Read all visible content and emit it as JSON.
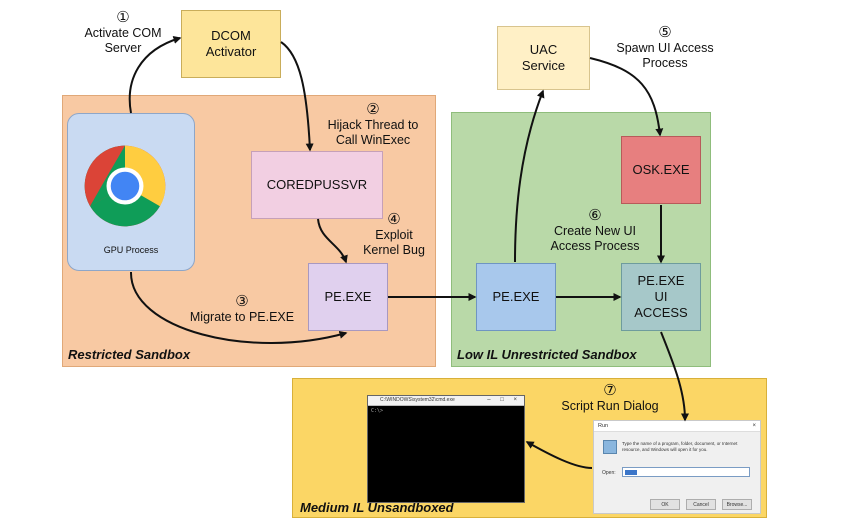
{
  "regions": {
    "restricted": {
      "label": "Restricted Sandbox",
      "color": "#f8c9a3"
    },
    "low_il": {
      "label": "Low IL Unrestricted Sandbox",
      "color": "#b9d9a8"
    },
    "medium_il": {
      "label": "Medium IL Unsandboxed",
      "color": "#fbd665"
    }
  },
  "nodes": {
    "gpu_process": {
      "label": "GPU Process",
      "color": "#c9daf2"
    },
    "dcom_activator": {
      "line1": "DCOM",
      "line2": "Activator",
      "color": "#fde59a"
    },
    "coredpussvr": {
      "label": "COREDPUSSVR",
      "color": "#f2cfe2"
    },
    "pe_exe_restricted": {
      "label": "PE.EXE",
      "color": "#e0d0ee"
    },
    "pe_exe_low": {
      "label": "PE.EXE",
      "color": "#a8c8ec"
    },
    "uac_service": {
      "line1": "UAC",
      "line2": "Service",
      "color": "#fff0c6"
    },
    "osk_exe": {
      "label": "OSK.EXE",
      "color": "#e77f7f"
    },
    "pe_ui_access": {
      "line1": "PE.EXE",
      "line2": "UI",
      "line3": "ACCESS",
      "color": "#a6c8c9"
    }
  },
  "steps": [
    {
      "num": "①",
      "line1": "Activate COM",
      "line2": "Server"
    },
    {
      "num": "②",
      "line1": "Hijack Thread to",
      "line2": "Call WinExec"
    },
    {
      "num": "③",
      "line1": "Migrate to PE.EXE"
    },
    {
      "num": "④",
      "line1": "Exploit",
      "line2": "Kernel Bug"
    },
    {
      "num": "⑤",
      "line1": "Spawn UI Access",
      "line2": "Process"
    },
    {
      "num": "⑥",
      "line1": "Create New UI",
      "line2": "Access Process"
    },
    {
      "num": "⑦",
      "line1": "Script Run Dialog"
    }
  ],
  "console_window": {
    "title": "C:\\WINDOWS\\system32\\cmd.exe",
    "line": "C:\\>"
  },
  "run_dialog": {
    "title": "Run",
    "description": "Type the name of a program, folder, document, or Internet resource, and Windows will open it for you.",
    "open_label": "Open:",
    "ok": "OK",
    "cancel": "Cancel",
    "browse": "Browse..."
  }
}
